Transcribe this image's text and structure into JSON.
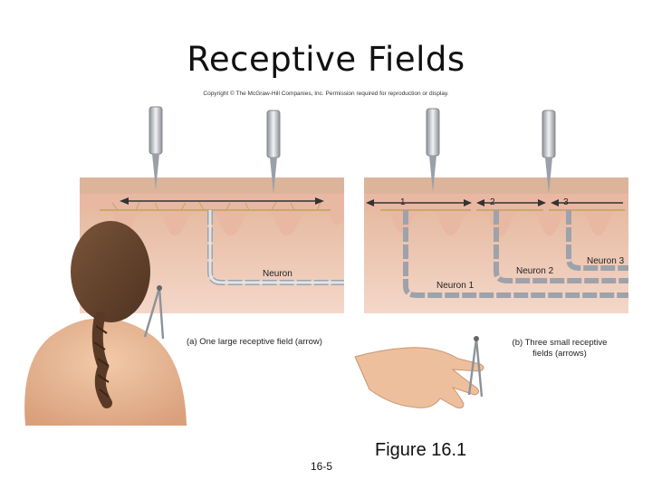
{
  "title": "Receptive Fields",
  "copyright": "Copyright © The McGraw-Hill Companies, Inc. Permission required for reproduction or display.",
  "panel_a": {
    "neuron_label": "Neuron",
    "caption": "(a) One large receptive field (arrow)"
  },
  "panel_b": {
    "markers": [
      "1",
      "2",
      "3"
    ],
    "neuron_1": "Neuron 1",
    "neuron_2": "Neuron 2",
    "neuron_3": "Neuron 3",
    "caption_line1": "(b) Three small receptive",
    "caption_line2": "fields (arrows)"
  },
  "figure_label": "Figure 16.1",
  "page_number": "16-5",
  "colors": {
    "skin_surface": "#e9c3a7",
    "dermis": "#f3d3c4",
    "papillae": "#e7b6a6",
    "nerve": "#c9a86a",
    "axon": "#b9bcc4",
    "hair": "#6b4a33",
    "back_skin": "#e8b796"
  }
}
